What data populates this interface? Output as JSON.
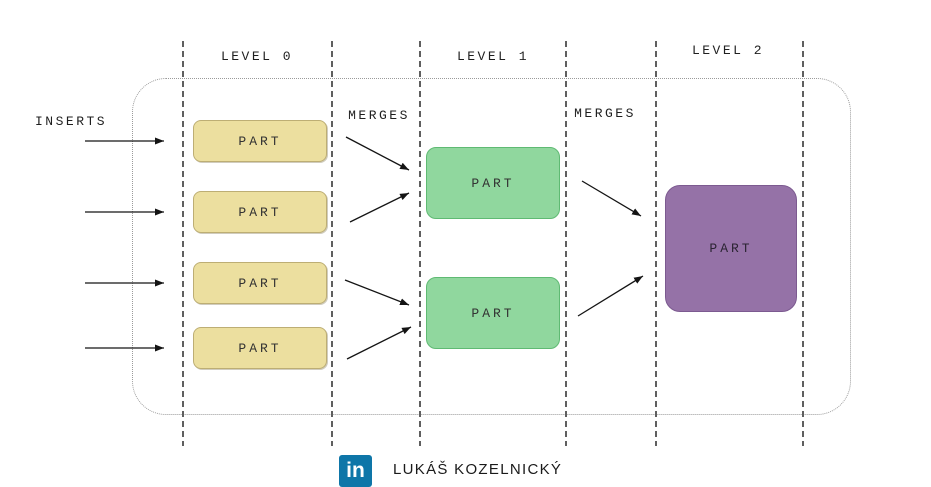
{
  "diagram": {
    "inserts_label": "INSERTS",
    "levels": [
      {
        "label": "LEVEL 0"
      },
      {
        "label": "LEVEL 1"
      },
      {
        "label": "LEVEL 2"
      }
    ],
    "merges_labels": [
      "MERGES",
      "MERGES"
    ],
    "level0_parts": [
      "PART",
      "PART",
      "PART",
      "PART"
    ],
    "level1_parts": [
      "PART",
      "PART"
    ],
    "level2_parts": [
      "PART"
    ],
    "colors": {
      "level0_fill": "#ecdf9f",
      "level0_border": "#bdae74",
      "level1_fill": "#90d79e",
      "level1_border": "#5fba73",
      "level2_fill": "#9572a7",
      "level2_border": "#7c5a90",
      "linkedin_blue": "#0e76a8"
    }
  },
  "footer": {
    "linkedin_icon_text": "in",
    "author": "LUKÁŠ KOZELNICKÝ"
  }
}
